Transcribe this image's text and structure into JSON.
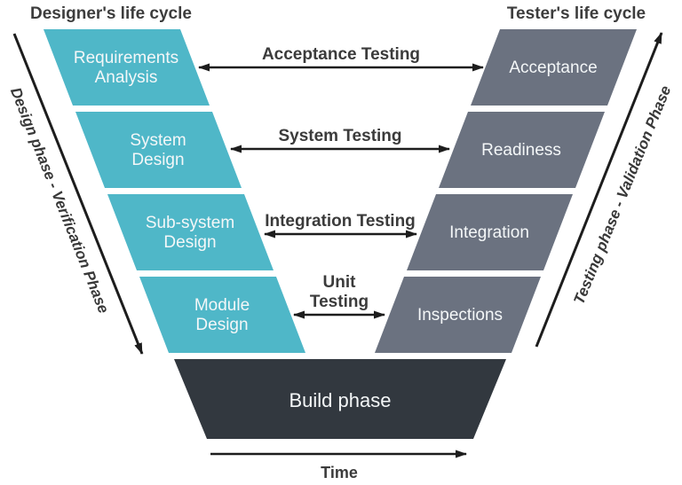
{
  "colors": {
    "teal": "#4fb7c8",
    "slate": "#6b7280",
    "dark": "#32383f",
    "arrow": "#1d1d1d"
  },
  "headers": {
    "designer": "Designer's life cycle",
    "tester": "Tester's life cycle"
  },
  "axes": {
    "left": "Design phase - Verification Phase",
    "right": "Testing phase - Validation Phase",
    "time": "Time"
  },
  "design_stages": [
    {
      "lines": [
        "Requirements",
        "Analysis"
      ]
    },
    {
      "lines": [
        "System",
        "Design"
      ]
    },
    {
      "lines": [
        "Sub-system",
        "Design"
      ]
    },
    {
      "lines": [
        "Module",
        "Design"
      ]
    }
  ],
  "test_stages": [
    {
      "label": "Acceptance"
    },
    {
      "label": "Readiness"
    },
    {
      "label": "Integration"
    },
    {
      "label": "Inspections"
    }
  ],
  "connectors": [
    {
      "label": "Acceptance Testing"
    },
    {
      "label": "System Testing"
    },
    {
      "label": "Integration Testing"
    },
    {
      "lines": [
        "Unit",
        "Testing"
      ]
    }
  ],
  "build_phase": "Build phase"
}
